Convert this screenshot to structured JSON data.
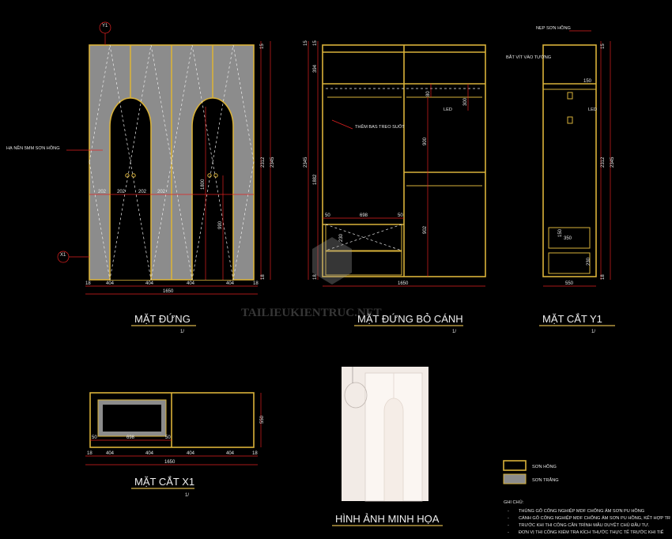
{
  "watermark": "TAILIEUKIENTRUC.NET",
  "views": {
    "front": {
      "title": "MẶT ĐỨNG",
      "scale": "1/",
      "note_left": "HẠ NỀN 5MM SƠN HỒNG",
      "tag_top": "Y1",
      "tag_side": "X1",
      "dims_bottom": [
        "18",
        "404",
        "404",
        "404",
        "404",
        "18"
      ],
      "total_width": "1650",
      "dims_mid": [
        "202",
        "202",
        "202",
        "202"
      ],
      "dim_1800": "1800",
      "dim_990": "990",
      "dim_right_small": "15",
      "dim_right_a": "2312",
      "dim_right_b": "2345",
      "dim_right_bottom": "18"
    },
    "open": {
      "title": "MẶT ĐỨNG BỎ CÁNH",
      "scale": "1/",
      "label_bar": "THÊM BAS TREO SUỐT",
      "label_led1": "LED",
      "dim_top_a": "15",
      "dim_top_b": "15",
      "dim_394": "394",
      "dim_80": "80",
      "dim_300": "300",
      "dim_2345": "2345",
      "dim_1882": "1882",
      "dim_900": "900",
      "dim_902": "902",
      "dim_698": "698",
      "dim_50a": "50",
      "dim_50b": "50",
      "dim_230": "230",
      "dim_18": "18",
      "total_width": "1650"
    },
    "section_y1": {
      "title": "MẶT CẮT Y1",
      "scale": "1/",
      "label_top": "NẸP SƠN HỒNG",
      "label_screw": "BẮT VÍT VÀO TƯỜNG",
      "label_led": "LED",
      "dim_150": "150",
      "dim_350": "350",
      "dim_150b": "150",
      "dim_2312": "2312",
      "dim_2345": "2345",
      "dim_15": "15",
      "dim_230": "230",
      "dim_18": "18",
      "width": "550"
    },
    "section_x1": {
      "title": "MẶT CẮT X1",
      "scale": "1/",
      "dims_bottom": [
        "18",
        "404",
        "404",
        "404",
        "404",
        "18"
      ],
      "total_width": "1650",
      "dim_698": "698",
      "dim_50a": "50",
      "dim_50b": "50",
      "dim_550": "550"
    },
    "illustration": {
      "title": "HÌNH ẢNH MINH HỌA"
    }
  },
  "legend": [
    {
      "label": "SƠN HỒNG",
      "color": "#000000"
    },
    {
      "label": "SƠN TRẮNG",
      "color": "#8c8c8c"
    }
  ],
  "notes": {
    "heading": "GHI CHÚ:",
    "items": [
      "THÙNG GỖ CÔNG NGHIỆP MDF CHỐNG ẨM SƠN PU HỒNG",
      "CÁNH GỖ CÔNG NGHIỆP MDF CHỐNG ẨM SƠN PU HỒNG, KẾT HỢP TR",
      "TRƯỚC KHI THI CÔNG CẦN TRÌNH MẪU DUYỆT CHỦ ĐẦU TƯ.",
      "ĐƠN VỊ THI CÔNG KIỂM TRA KÍCH THƯỚC THỰC TẾ TRƯỚC KHI TIẾ"
    ]
  },
  "colors": {
    "frame": "#d9b23a",
    "dimension": "#e02020",
    "panel": "#8c8c8c",
    "background": "#000000"
  }
}
